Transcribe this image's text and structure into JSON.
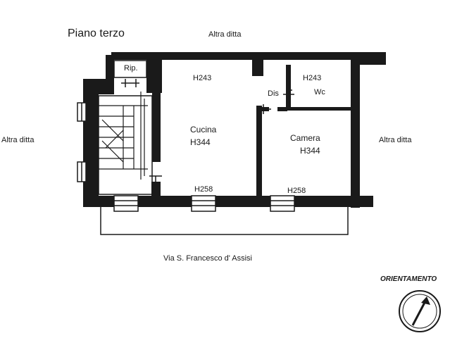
{
  "title": "Piano terzo",
  "neighbors": {
    "top": "Altra ditta",
    "left": "Altra ditta",
    "right": "Altra ditta"
  },
  "street": "Via S. Francesco d' Assisi",
  "rooms": {
    "ripostiglio": {
      "name": "Rip."
    },
    "cucina": {
      "name": "Cucina",
      "height_top": "H243",
      "height_mid": "H344",
      "height_bottom": "H258"
    },
    "disimpegno": {
      "name": "Dis"
    },
    "wc": {
      "name": "Wc",
      "height": "H243"
    },
    "camera": {
      "name": "Camera",
      "height_mid": "H344",
      "height_bottom": "H258"
    }
  },
  "orientation": {
    "label": "ORIENTAMENTO",
    "icon": "north-arrow-icon"
  },
  "colors": {
    "ink": "#1a1a1a",
    "background": "#ffffff"
  }
}
